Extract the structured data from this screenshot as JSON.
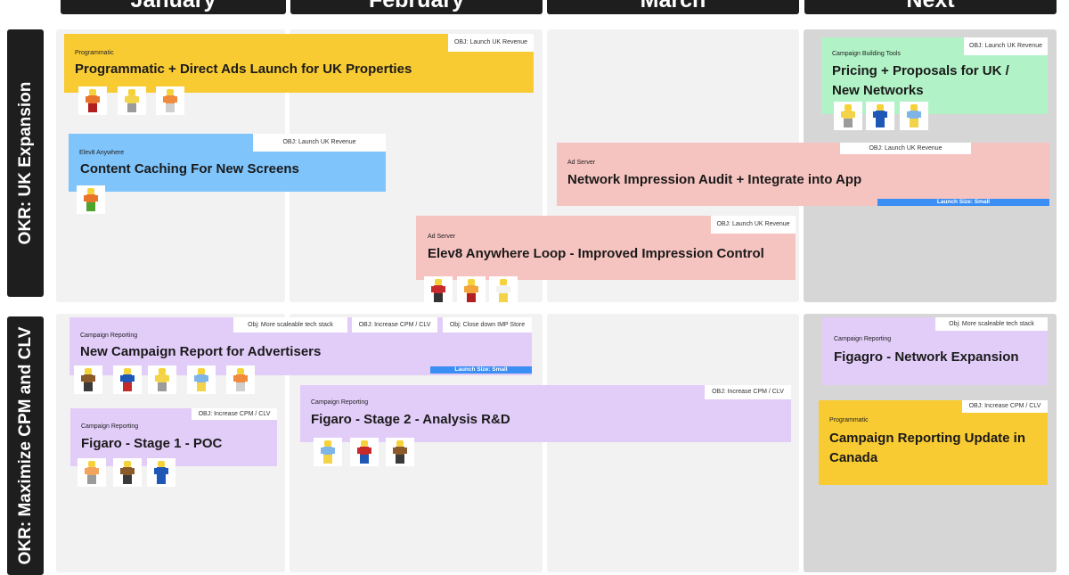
{
  "months": [
    "January",
    "February",
    "March",
    "Next"
  ],
  "okrs": [
    "OKR: UK Expansion",
    "OKR: Maximize CPM and CLV"
  ],
  "colors": {
    "yellow": "#f9cb32",
    "blue": "#7fc4fb",
    "pink": "#f6c4c0",
    "purple": "#e2cdf9",
    "green": "#b1f2c6",
    "launch_badge": "#3b8ef3"
  },
  "cards": {
    "c1": {
      "category": "Programmatic",
      "title": "Programmatic + Direct Ads Launch for UK Properties",
      "tag": "OBJ: Launch UK Revenue",
      "avatars": [
        "orange-shirt-figure-icon",
        "yellow-shirt-figure-icon",
        "orange-shirt-figure-icon"
      ]
    },
    "c2": {
      "category": "Elev8 Anywhere",
      "title": "Content Caching For New Screens",
      "tag": "OBJ: Launch UK Revenue",
      "avatars": [
        "orange-shirt-figure-icon"
      ]
    },
    "c3": {
      "category": "Campaign Building Tools",
      "title": "Pricing + Proposals for  UK / New Networks",
      "tag": "OBJ: Launch UK Revenue",
      "avatars": [
        "yellow-shirt-figure-icon",
        "blue-shirt-figure-icon",
        "light-blue-shirt-figure-icon"
      ]
    },
    "c4": {
      "category": "Ad Server",
      "title": "Network Impression Audit + Integrate into App",
      "tag": "OBJ: Launch UK Revenue",
      "launch": "Launch Size: Small"
    },
    "c5": {
      "category": "Ad Server",
      "title": "Elev8 Anywhere Loop - Improved Impression Control",
      "tag": "OBJ: Launch UK Revenue",
      "avatars": [
        "red-shirt-figure-icon",
        "orange-shirt-figure-icon",
        "white-shirt-figure-icon"
      ]
    },
    "c6": {
      "category": "Campaign Reporting",
      "title": "New Campaign Report for Advertisers",
      "tags": [
        "Obj:  More scaleable tech stack",
        "OBJ:  Increase CPM / CLV",
        "Obj:  Close down IMP Store"
      ],
      "launch": "Launch Size: Small",
      "avatars": [
        "brown-shirt-figure-icon",
        "blue-shirt-figure-icon",
        "yellow-shirt-figure-icon",
        "light-blue-shirt-figure-icon",
        "orange-shirt-figure-icon"
      ]
    },
    "c7": {
      "category": "Campaign Reporting",
      "title": "Figaro -  Stage 1 - POC",
      "tag": "OBJ: Increase CPM / CLV",
      "avatars": [
        "orange-shirt-figure-icon",
        "brown-shirt-figure-icon",
        "blue-shirt-figure-icon"
      ]
    },
    "c8": {
      "category": "Campaign Reporting",
      "title": "Figaro - Stage 2 - Analysis R&D",
      "tag": "OBJ: Increase CPM / CLV",
      "avatars": [
        "light-blue-shirt-figure-icon",
        "red-shirt-figure-icon",
        "brown-shirt-figure-icon"
      ]
    },
    "c9": {
      "category": "Campaign Reporting",
      "title": "Figagro - Network Expansion",
      "tag": "Obj:  More scaleable tech stack"
    },
    "c10": {
      "category": "Programmatic",
      "title": "Campaign Reporting Update in Canada",
      "tag": "OBJ: Increase CPM / CLV"
    }
  }
}
